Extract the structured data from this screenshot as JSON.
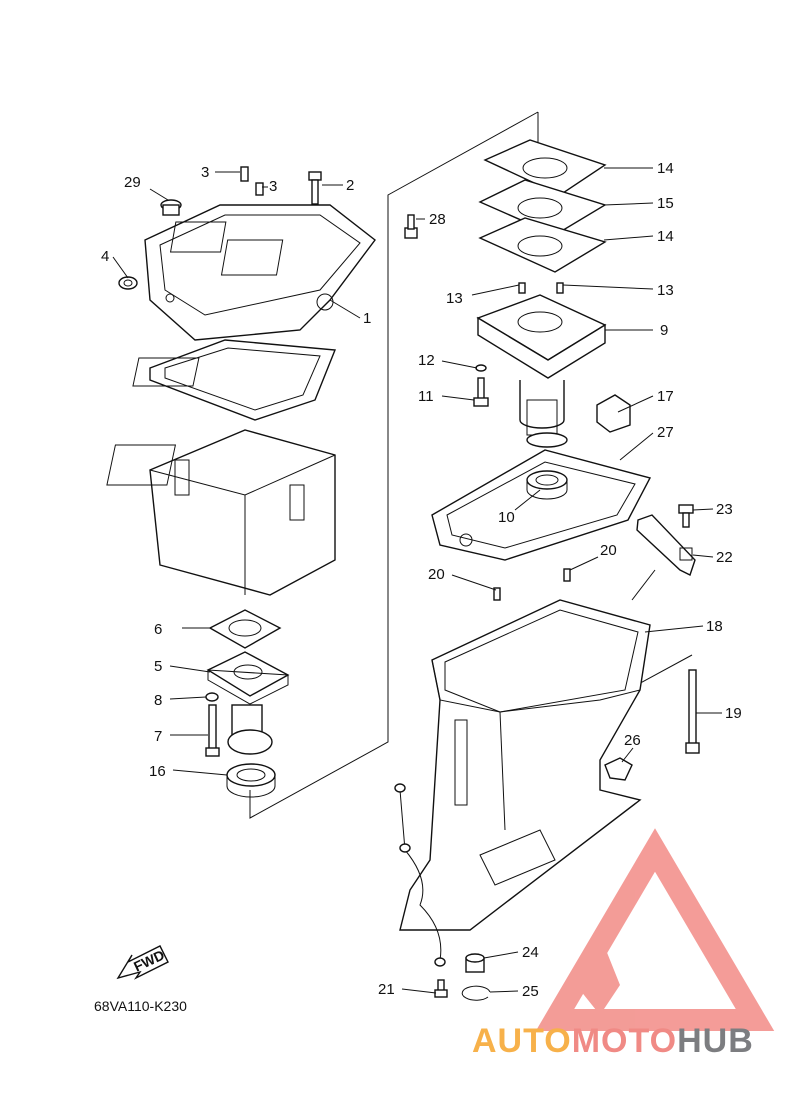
{
  "diagram": {
    "code": "68VA110-K230",
    "fwd_label": "FWD",
    "callouts": [
      "1",
      "2",
      "3",
      "3",
      "4",
      "5",
      "6",
      "7",
      "8",
      "9",
      "10",
      "11",
      "12",
      "13",
      "13",
      "14",
      "14",
      "15",
      "16",
      "17",
      "18",
      "19",
      "20",
      "20",
      "21",
      "22",
      "23",
      "24",
      "25",
      "26",
      "27",
      "28",
      "29"
    ]
  },
  "watermark": {
    "part1": "AUTO",
    "part2": "MOTO",
    "part3": "HUB",
    "colors": {
      "auto": "#f7b14a",
      "moto": "#f08a85",
      "hub": "#7c7d80",
      "logo": "#f28b86"
    }
  }
}
